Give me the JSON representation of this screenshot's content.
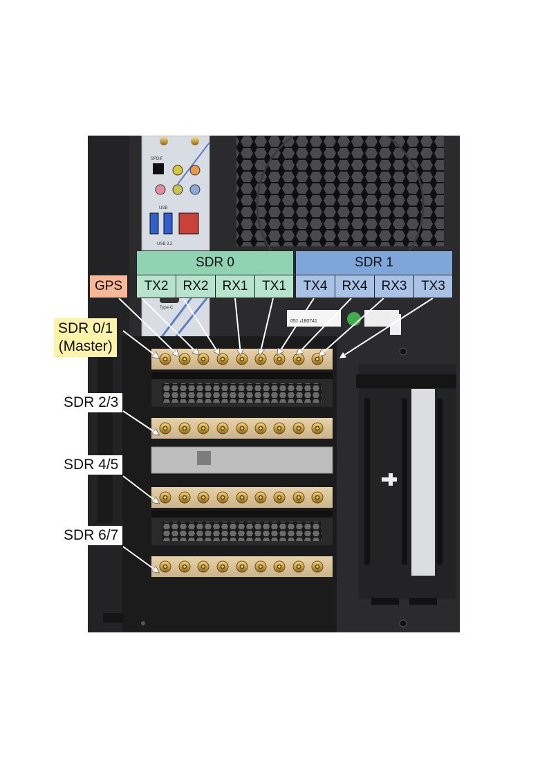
{
  "sdr0": {
    "title": "SDR 0",
    "ports": [
      "TX2",
      "RX2",
      "RX1",
      "TX1"
    ]
  },
  "sdr1": {
    "title": "SDR 1",
    "ports": [
      "TX4",
      "RX4",
      "RX3",
      "TX3"
    ]
  },
  "gps": "GPS",
  "cards": [
    {
      "line1": "SDR 0/1",
      "line2": "(Master)"
    },
    {
      "line1": "SDR 2/3"
    },
    {
      "line1": "SDR 4/5"
    },
    {
      "line1": "SDR 6/7"
    }
  ],
  "photo_text": {
    "spdif": "SPDIF",
    "usb": "USB",
    "usb32": "USB 3.2",
    "typec": "Type-C",
    "serial": "0514180741"
  },
  "colors": {
    "sdr0_header": "#8fd3b3",
    "sdr0_cells": "#b6e4cd",
    "sdr1_header": "#7fa6d8",
    "sdr1_cells": "#a9c3e6",
    "gps": "#f6b896",
    "master_highlight": "#fdf3a9"
  }
}
